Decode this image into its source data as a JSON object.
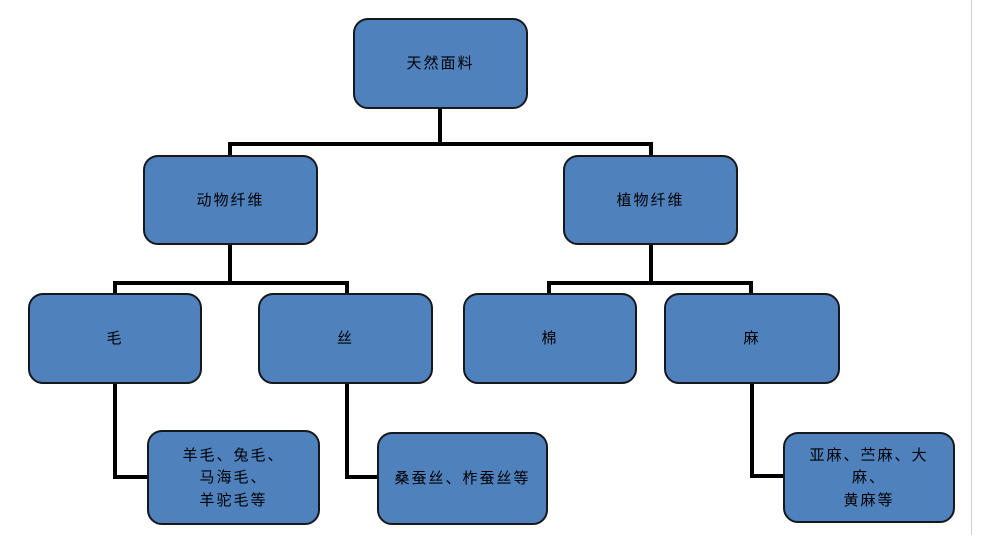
{
  "colors": {
    "node_fill": "#4f81bd",
    "node_border": "#15181c",
    "connector": "#000000",
    "text": "#000000",
    "page_edge": "#d2d2d2"
  },
  "nodes": {
    "root": {
      "label": "天然面料"
    },
    "animal": {
      "label": "动物纤维"
    },
    "plant": {
      "label": "植物纤维"
    },
    "wool": {
      "label": "毛"
    },
    "silk": {
      "label": "丝"
    },
    "cotton": {
      "label": "棉"
    },
    "hemp": {
      "label": "麻"
    },
    "wool_leaf": {
      "label": "羊毛、兔毛、\n马海毛、\n羊驼毛等"
    },
    "silk_leaf": {
      "label": "桑蚕丝、柞蚕丝等"
    },
    "hemp_leaf": {
      "label": "亚麻、苎麻、大麻、\n黄麻等"
    }
  },
  "edges": [
    {
      "from": "天然面料",
      "to": "动物纤维"
    },
    {
      "from": "天然面料",
      "to": "植物纤维"
    },
    {
      "from": "动物纤维",
      "to": "毛"
    },
    {
      "from": "动物纤维",
      "to": "丝"
    },
    {
      "from": "植物纤维",
      "to": "棉"
    },
    {
      "from": "植物纤维",
      "to": "麻"
    },
    {
      "from": "毛",
      "to": "羊毛、兔毛、马海毛、羊驼毛等"
    },
    {
      "from": "丝",
      "to": "桑蚕丝、柞蚕丝等"
    },
    {
      "from": "麻",
      "to": "亚麻、苎麻、大麻、黄麻等"
    }
  ]
}
